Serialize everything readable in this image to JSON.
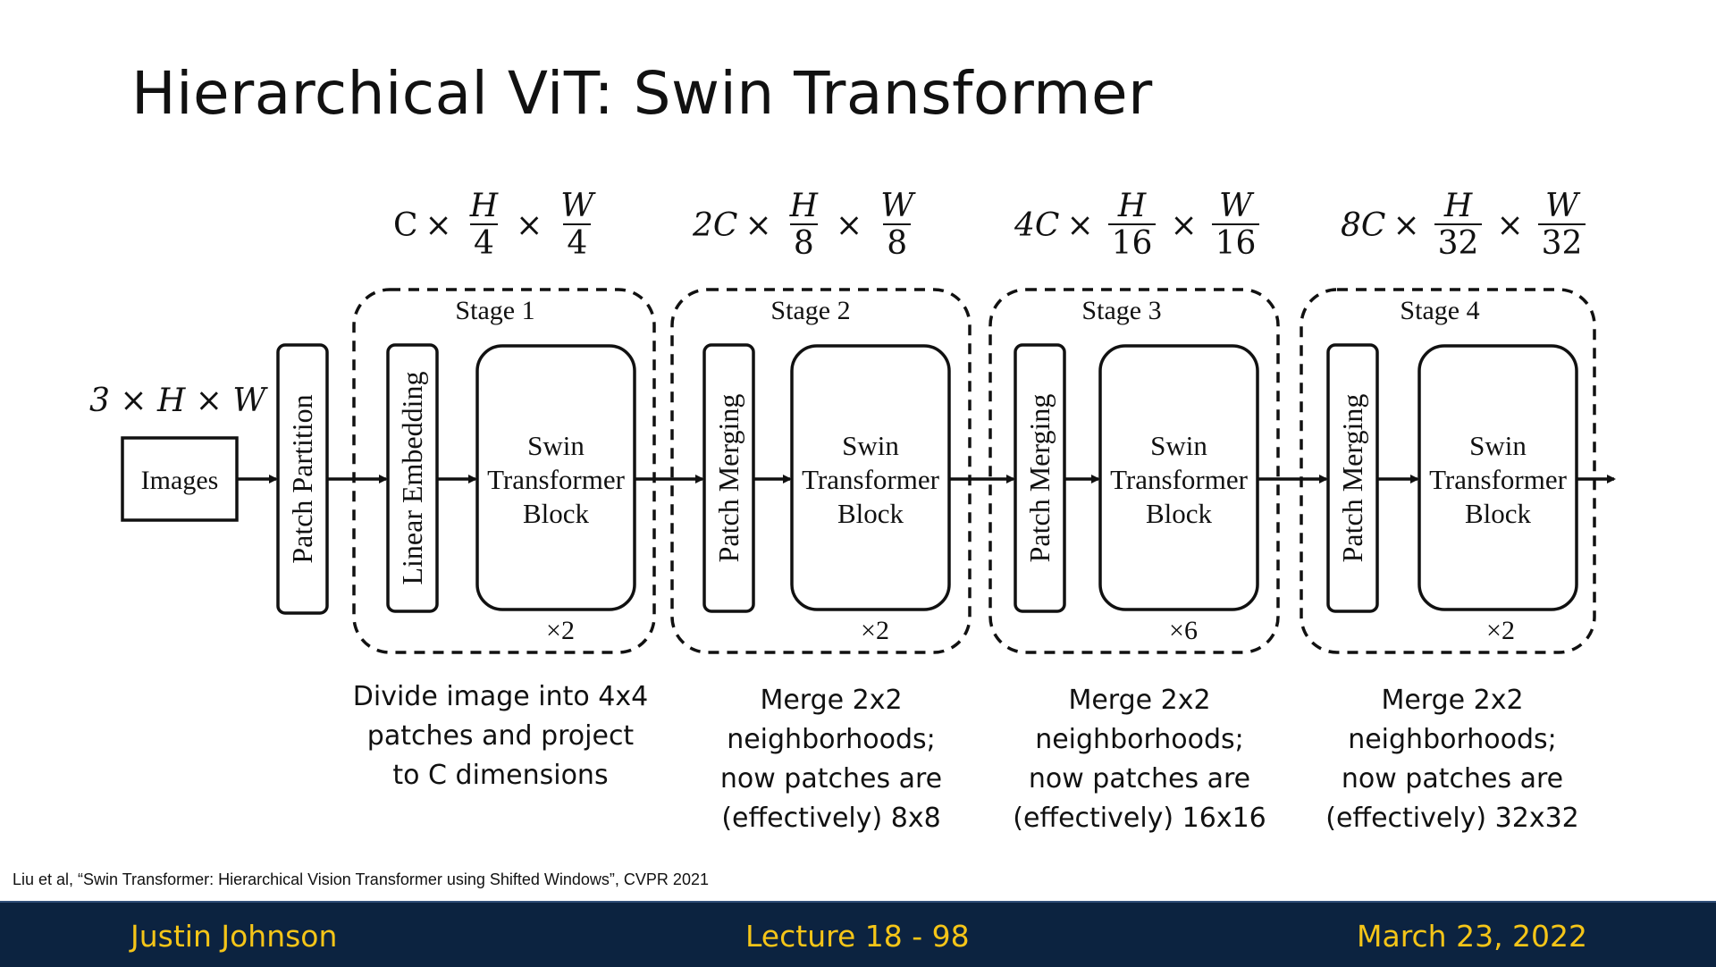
{
  "slide": {
    "title": "Hierarchical ViT: Swin Transformer",
    "citation": "Liu et al, “Swin Transformer: Hierarchical Vision Transformer using Shifted Windows”, CVPR 2021"
  },
  "input": {
    "dims": "3 × H × W",
    "images_label": "Images",
    "partition_label": "Patch Partition"
  },
  "stages": [
    {
      "name": "Stage 1",
      "dim_channel": "C",
      "dim_h_div": "4",
      "dim_w_div": "4",
      "first_block": "Linear Embedding",
      "block_lines": [
        "Swin",
        "Transformer",
        "Block"
      ],
      "repeat": "×2",
      "caption": [
        "Divide image into 4x4",
        "patches and project",
        "to C dimensions"
      ]
    },
    {
      "name": "Stage 2",
      "dim_channel": "2C",
      "dim_h_div": "8",
      "dim_w_div": "8",
      "first_block": "Patch Merging",
      "block_lines": [
        "Swin",
        "Transformer",
        "Block"
      ],
      "repeat": "×2",
      "caption": [
        "Merge 2x2",
        "neighborhoods;",
        "now patches are",
        "(effectively) 8x8"
      ]
    },
    {
      "name": "Stage 3",
      "dim_channel": "4C",
      "dim_h_div": "16",
      "dim_w_div": "16",
      "first_block": "Patch Merging",
      "block_lines": [
        "Swin",
        "Transformer",
        "Block"
      ],
      "repeat": "×6",
      "caption": [
        "Merge 2x2",
        "neighborhoods;",
        "now patches are",
        "(effectively) 16x16"
      ]
    },
    {
      "name": "Stage 4",
      "dim_channel": "8C",
      "dim_h_div": "32",
      "dim_w_div": "32",
      "first_block": "Patch Merging",
      "block_lines": [
        "Swin",
        "Transformer",
        "Block"
      ],
      "repeat": "×2",
      "caption": [
        "Merge 2x2",
        "neighborhoods;",
        "now patches are",
        "(effectively) 32x32"
      ]
    }
  ],
  "footer": {
    "author": "Justin Johnson",
    "lecture": "Lecture 18 -  98",
    "date": "March 23, 2022"
  },
  "colors": {
    "footer_bg": "#0c2340",
    "footer_text": "#f5c518"
  }
}
